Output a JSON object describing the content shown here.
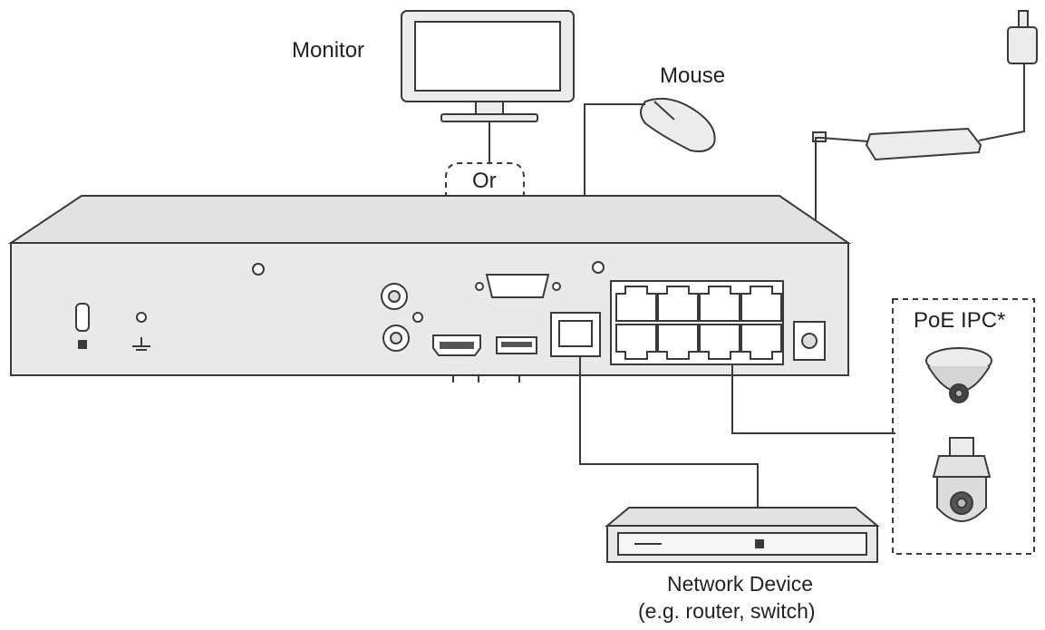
{
  "labels": {
    "monitor": "Monitor",
    "mouse": "Mouse",
    "or": "Or",
    "poe_ipc": "PoE IPC*",
    "network_device": "Network Device",
    "network_device_example": "(e.g. router, switch)"
  },
  "colors": {
    "line": "#3a3a3a",
    "device_fill": "#ececec",
    "device_top": "#e2e2e2",
    "device_face": "#e9e9e9",
    "port_fill": "#ffffff"
  }
}
